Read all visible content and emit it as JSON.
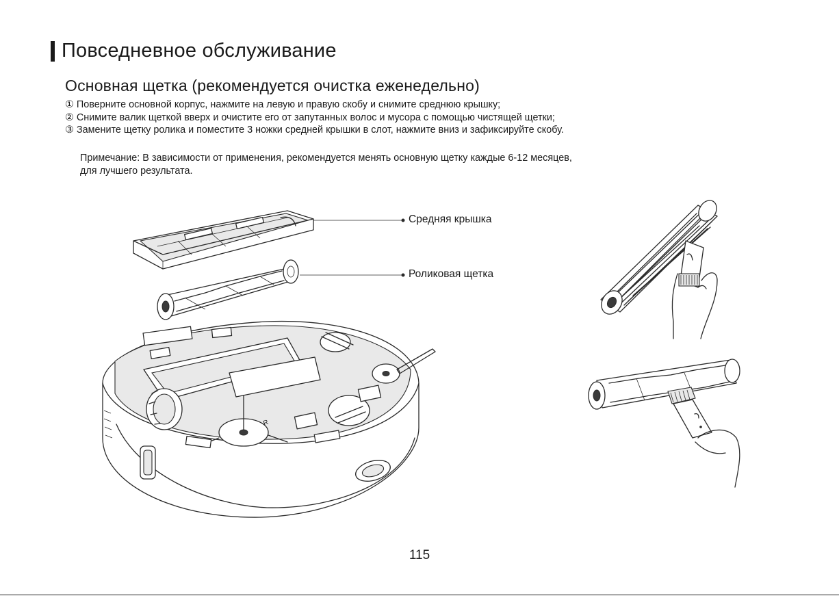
{
  "page": {
    "title": "Повседневное обслуживание",
    "section_title": "Основная щетка (рекомендуется очистка еженедельно)",
    "steps": [
      "① Поверните основной корпус, нажмите на левую и правую скобу и снимите среднюю крышку;",
      "② Снимите валик щеткой вверх и очистите его от запутанных волос и мусора с помощью чистящей щетки;",
      "③ Замените щетку ролика и поместите 3 ножки средней крышки в слот, нажмите вниз и зафиксируйте скобу."
    ],
    "note_line1": "Примечание: В зависимости от применения, рекомендуется менять основную щетку каждые 6-12 месяцев,",
    "note_line2": "для лучшего результата.",
    "page_number": "115"
  },
  "illustration": {
    "callouts": {
      "middle_cover": "Средняя крышка",
      "roller_brush": "Роликовая щетка"
    },
    "wheel_mark": "R"
  }
}
